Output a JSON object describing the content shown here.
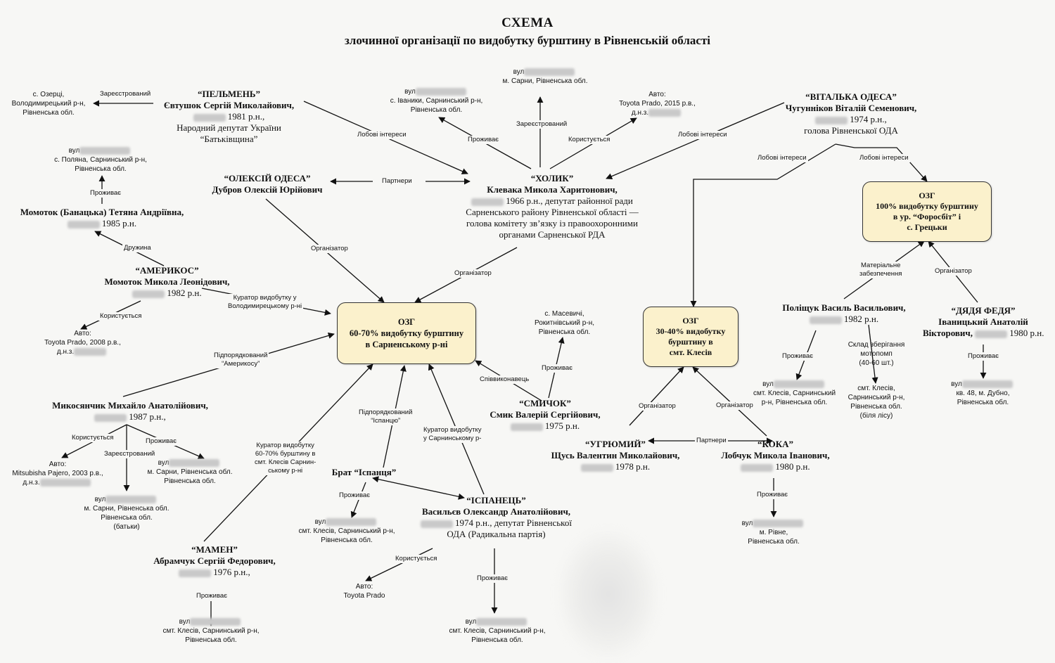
{
  "title": "СХЕМА",
  "subtitle": "злочинної організації по видобутку бурштину в Рівненській області",
  "boxes": {
    "sarny": [
      "ОЗГ",
      "60-70% видобутку бурштину",
      "в  Сарненському р-ні"
    ],
    "klesiv": [
      "ОЗГ",
      "30-40% видобутку",
      "бурштину в",
      "смт. Клесів"
    ],
    "forosit": [
      "ОЗГ",
      "100% видобутку бурштину",
      "в  ур. “Форосбіт” і",
      "с. Грецьки"
    ]
  },
  "people": {
    "pelmen": {
      "nick": "“ПЕЛЬМЕНЬ”",
      "name": "Євтушок Сергій Миколайович,",
      "born": "1981 р.н.,",
      "info": [
        "Народний депутат України",
        "“Батьківщина”"
      ]
    },
    "kholyk": {
      "nick": "“ХОЛИК”",
      "name": "Клевака Микола Харитонович,",
      "born": "1966 р.н., депутат районної ради",
      "info": [
        "Сарненського району Рівненської області —",
        "голова комітету зв’язку із правоохоронними",
        "органами  Сарненської РДА"
      ]
    },
    "vitalka": {
      "nick": "“ВІТАЛЬКА ОДЕСА”",
      "name": "Чугунніков Віталій Семенович,",
      "born": "1974 р.н.,",
      "info": [
        "голова  Рівненської ОДА"
      ]
    },
    "oleksii": {
      "nick": "“ОЛЕКСІЙ ОДЕСА”",
      "name": "Дубров Олексій Юрійович"
    },
    "momotok_t": {
      "name": "Момоток (Банацька) Тетяна Андріївна,",
      "born": "1985 р.н."
    },
    "amerykos": {
      "nick": "“АМЕРИКОС”",
      "name": "Момоток Микола Леонідович,",
      "born": "1982 р.н."
    },
    "mykosianchyk": {
      "name": "Микосянчик Михайло Анатолійович,",
      "born": "1987 р.н.,"
    },
    "mamen": {
      "nick": "“МАМЕН”",
      "name": "Абрамчук Сергій Федорович,",
      "born": "1976 р.н.,"
    },
    "brat": {
      "name": "Брат “Іспанця”"
    },
    "ispanets": {
      "nick": "“ІСПАНЕЦЬ”",
      "name": "Васильєв Олександр Анатолійович,",
      "born": "1974 р.н., депутат Рівненської",
      "info": [
        "ОДА  (Радикальна партія)"
      ]
    },
    "smychok": {
      "nick": "“СМИЧОК”",
      "name": "Смик Валерій Сергійович,",
      "born": "1975 р.н."
    },
    "uhriumyi": {
      "nick": "“УГРЮМИЙ”",
      "name": "Щусь Валентин Миколайович,",
      "born": "1978 р.н."
    },
    "koka": {
      "nick": "“КОКА”",
      "name": "Лобчук Микола Іванович,",
      "born": "1980 р.н."
    },
    "polishchuk": {
      "name": "Поліщук Василь Васильович,",
      "born": "1982 р.н."
    },
    "diadia": {
      "nick": "“ДЯДЯ ФЕДЯ”",
      "name": "Іваницький Анатолій",
      "name2": "Вікторович,",
      "born": "1980 р.н."
    }
  },
  "addresses": {
    "ozertsi": [
      "с. Озерці,",
      "Володимирецький р-н,",
      "Рівненська обл."
    ],
    "sarny_top": [
      "вул",
      "м. Сарни, Рівненська обл."
    ],
    "ivanyky": [
      "вул",
      "с. Іваники, Сарнинський р-н,",
      "Рівненська обл."
    ],
    "toyota_kholyk": [
      "Авто:",
      "Toyota Prado, 2015 р.в.,",
      "д.н.з."
    ],
    "poliana": [
      "вул",
      "с. Поляна,  Сарнинський р-н,",
      "Рівненська обл."
    ],
    "toyota_amer": [
      "Авто:",
      "Toyota Prado, 2008 р.в.,",
      "д.н.з."
    ],
    "masevychi": [
      "с. Масевичі,",
      "Рокитнівський р-н,",
      "Рівненська обл."
    ],
    "mitsubishi": [
      "Авто:",
      "Mitsubisha Pajero, 2003 р.в.,",
      "д.н.з."
    ],
    "sarny_father": [
      "вул",
      "м. Сарни, Рівненська обл.",
      "Рівненська обл.",
      "(батьки)"
    ],
    "sarny_myk": [
      "вул",
      "м. Сарни, Рівненська обл.",
      "Рівненська обл."
    ],
    "klesiv_mamen": [
      "вул",
      "смт. Клесів, Сарнинський р-н,",
      "Рівненська обл."
    ],
    "klesiv_brat": [
      "вул",
      "смт. Клесів, Сарнинський р-н,",
      "Рівненська обл."
    ],
    "toyota_isp": [
      "Авто:",
      "Toyota Prado"
    ],
    "klesiv_isp": [
      "вул",
      "смт. Клесів, Сарнинський р-н,",
      "Рівненська обл."
    ],
    "rivne": [
      "вул",
      "м. Рівне,",
      "Рівненська обл."
    ],
    "klesiv_pol": [
      "вул",
      "смт. Клесів, Сарнинський",
      "р-н, Рівненська обл."
    ],
    "sklad": [
      "Склад зберігання",
      "мотопомп",
      "(40-60 шт.)"
    ],
    "sklad_addr": [
      "смт. Клесів,",
      "Сарнинський р-н,",
      "Рівненська обл.",
      "(біля лісу)"
    ],
    "dubno": [
      "вул",
      "кв. 48, м. Дубно,",
      "Рівненська обл."
    ]
  },
  "labels": {
    "zareyestr_pelmen": "Зареєстрований",
    "lobby_pelmen": "Лобові інтереси",
    "prozhyvaie_kholyk": "Проживає",
    "zareyestr_kholyk": "Зареєстрований",
    "korystuietsia_kholyk": "Користується",
    "lobby_vitalka": "Лобові інтереси",
    "partnery_top": "Партнери",
    "lobby_klesiv": "Лобові інтереси",
    "lobby_forosit": "Лобові інтереси",
    "prozhyvaie_tetiana": "Проживає",
    "druzhyna": "Дружина",
    "organizator_oleksii": "Організатор",
    "organizator_kholyk": "Організатор",
    "kurator_amer": [
      "Куратор видобутку у",
      "Володимирецькому р-ні"
    ],
    "korystuietsia_amer": "Користується",
    "pidporiadk_amer": [
      "Підпорядкований",
      "“Америкосу”"
    ],
    "material": [
      "Матеріальне",
      "забезпечення"
    ],
    "organizator_diadia": "Організатор",
    "spivvykonavets": "Співвиконавець",
    "prozhyvaie_smychok": "Проживає",
    "pidporiadk_isp": [
      "Підпорядкований",
      "“Іспанцю”"
    ],
    "kurator_isp": [
      "Куратор видобутку",
      "у  Сарнинському р-"
    ],
    "kurator_mamen": [
      "Куратор видобутку",
      "60-70% бурштину в",
      "смт. Клесів  Сарнин-",
      "ському р-ні"
    ],
    "korystuietsia_myk": "Користується",
    "zareyestr_myk": "Зареєстрований",
    "prozhyvaie_myk": "Проживає",
    "organizator_uhr": "Організатор",
    "organizator_koka": "Організатор",
    "partnery_bottom": "Партнери",
    "prozhyvaie_koka": "Проживає",
    "prozhyvaie_pol": "Проживає",
    "prozhyvaie_diadia": "Проживає",
    "prozhyvaie_brat": "Проживає",
    "korystuietsia_isp": "Користується",
    "prozhyvaie_isp": "Проживає",
    "prozhyvaie_mamen": "Проживає"
  }
}
